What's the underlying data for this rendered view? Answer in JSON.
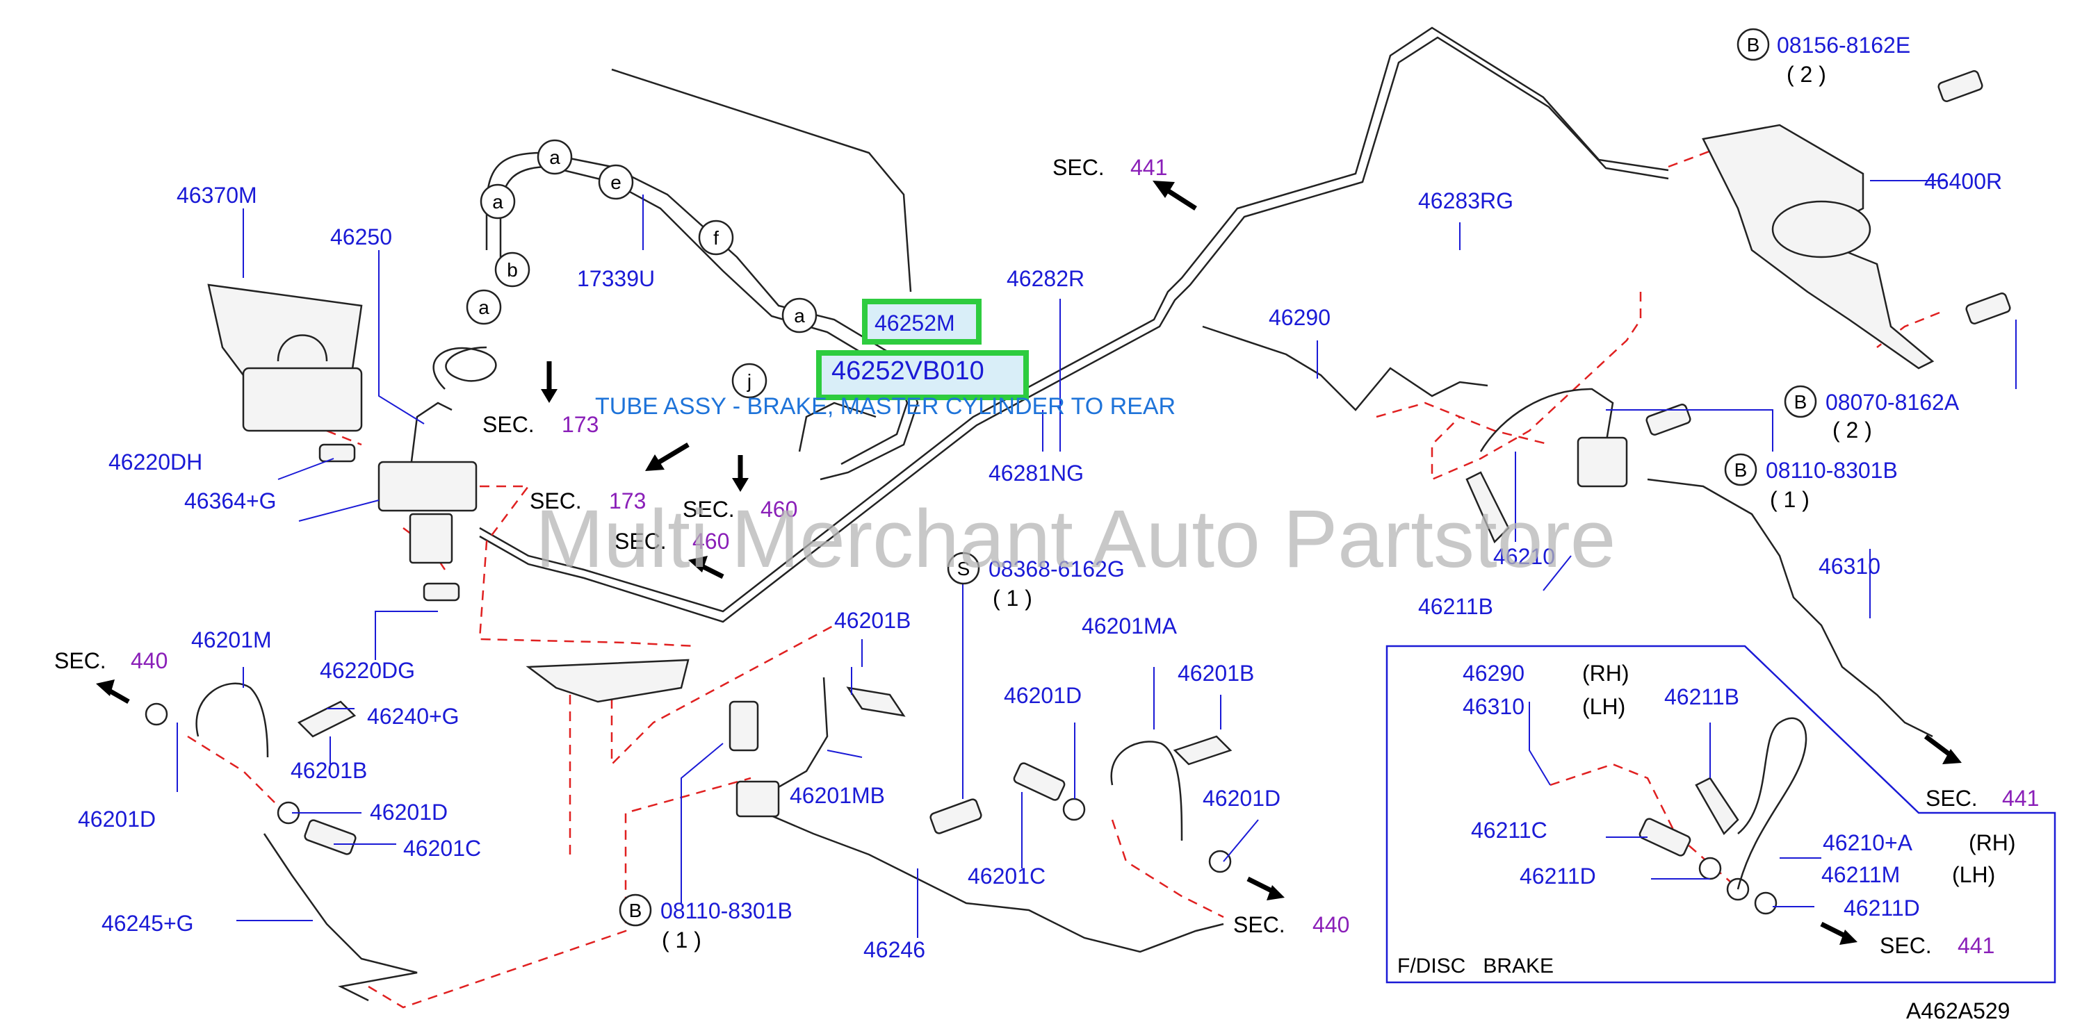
{
  "diagram_code": "A462A529",
  "watermark": "Multi Merchant Auto Partstore",
  "selected_part_title": "TUBE ASSY - BRAKE, MASTER CYLINDER TO REAR",
  "inset_title": "F/DISC   BRAKE",
  "section_prefix": "SEC.",
  "sections": [
    "441",
    "173",
    "173",
    "460",
    "460",
    "440",
    "440",
    "441",
    "441"
  ],
  "part_numbers": [
    "46370M",
    "46250",
    "17339U",
    "46282R",
    "46283RG",
    "46290",
    "46400R",
    "46220DH",
    "46364+G",
    "46252M",
    "46252VB010",
    "46281NG",
    "46210",
    "46211B",
    "46310",
    "46220DG",
    "46201M",
    "46240+G",
    "46201B",
    "46201D",
    "46201D",
    "46201C",
    "46245+G",
    "46201B",
    "46201MB",
    "46201MA",
    "46201B",
    "46201D",
    "46201C",
    "46201D",
    "46246",
    "46290",
    "46310",
    "46211B",
    "46211C",
    "46211D",
    "46210+A",
    "46211M",
    "46211D"
  ],
  "fasteners": [
    {
      "badge": "B",
      "part": "08156-8162E",
      "qty": "( 2 )"
    },
    {
      "badge": "B",
      "part": "08070-8162A",
      "qty": "( 2 )"
    },
    {
      "badge": "B",
      "part": "08110-8301B",
      "qty": "( 1 )"
    },
    {
      "badge": "S",
      "part": "08368-6162G",
      "qty": "( 1 )"
    },
    {
      "badge": "B",
      "part": "08110-8301B",
      "qty": "( 1 )"
    }
  ],
  "side_labels": [
    "(RH)",
    "(LH)",
    "(RH)",
    "(LH)"
  ],
  "connector_letters": [
    "a",
    "a",
    "b",
    "a",
    "e",
    "f",
    "a",
    "j"
  ]
}
